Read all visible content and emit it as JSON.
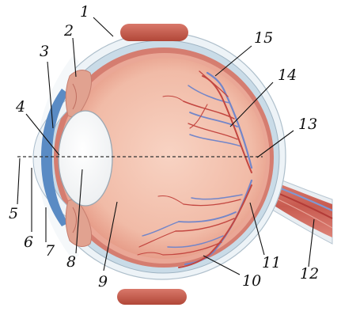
{
  "labels": {
    "n1": "1",
    "n2": "2",
    "n3": "3",
    "n4": "4",
    "n5": "5",
    "n6": "6",
    "n7": "7",
    "n8": "8",
    "n9": "9",
    "n10": "10",
    "n11": "11",
    "n12": "12",
    "n13": "13",
    "n14": "14",
    "n15": "15"
  },
  "colors": {
    "sclera_outer": "#dfe9ef",
    "sclera_inner": "#c2d6e3",
    "choroid": "#d9867a",
    "retina": "#e9a496",
    "vitreous": "#f3c3b1",
    "iris": "#e8a896",
    "cornea": "#5f8fc6",
    "lens": "#ffffff",
    "muscle": "#c65a4b",
    "artery": "#c94a45",
    "vein": "#6f86c9",
    "nerve": "#cf6d62"
  }
}
